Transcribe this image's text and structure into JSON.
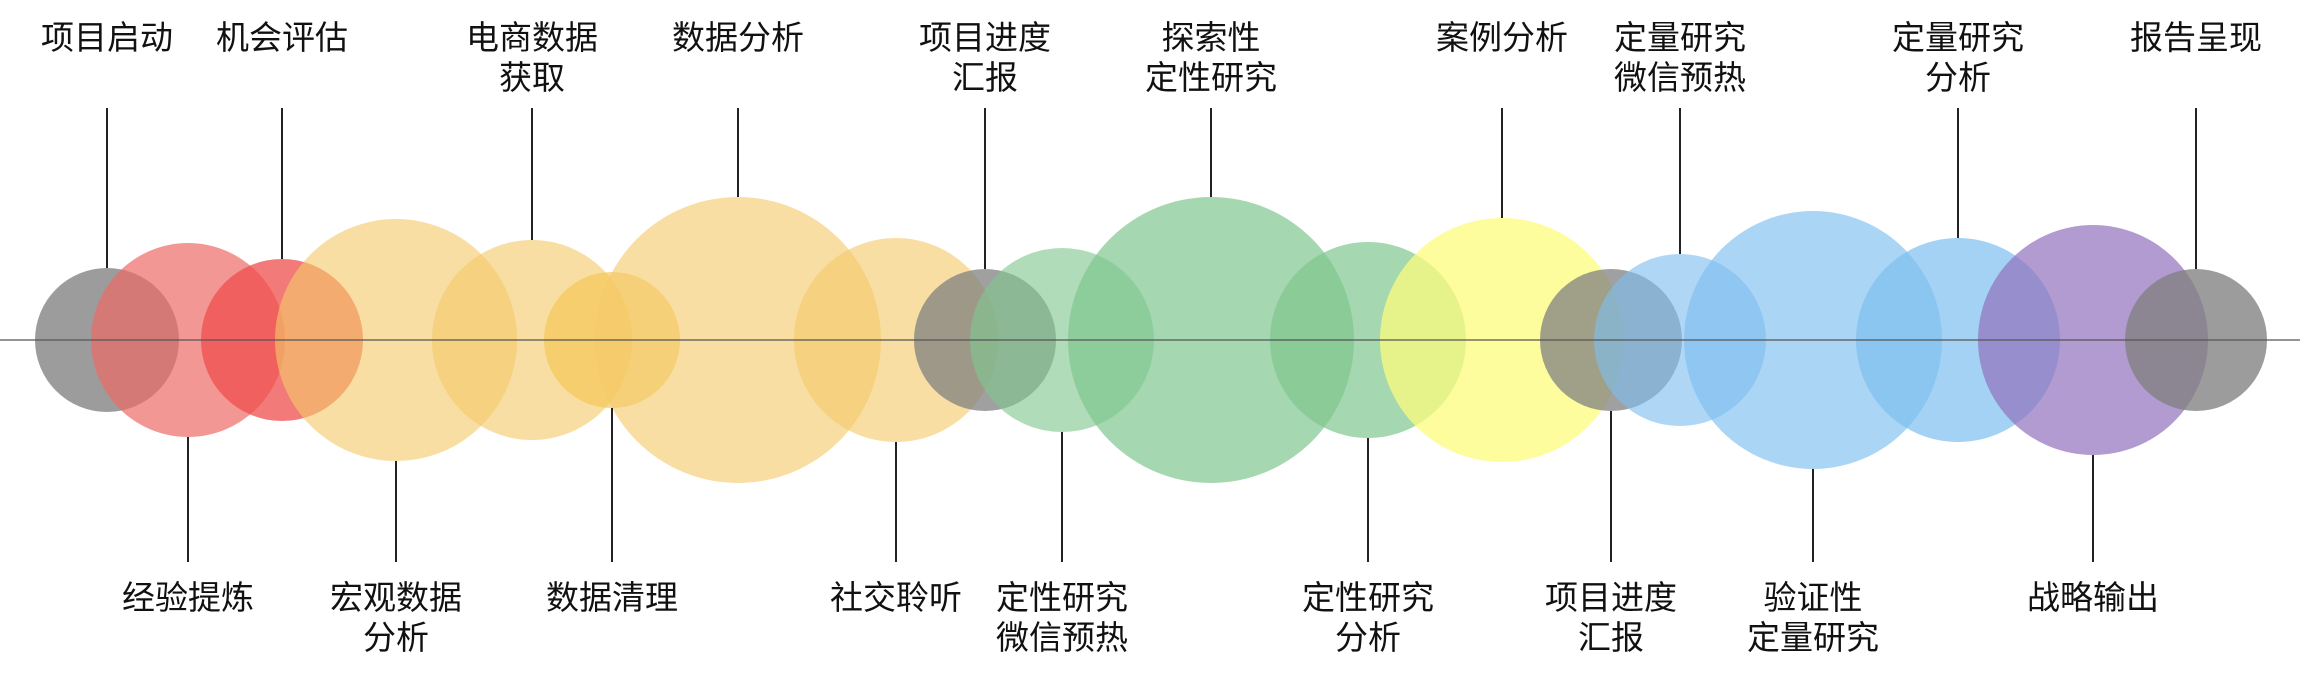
{
  "stages": [
    {
      "id": "s01",
      "label": "项目启动",
      "color": "#808080",
      "opacity": 0.78
    },
    {
      "id": "s02",
      "label": "经验提炼",
      "color": "#EE6B66",
      "opacity": 0.7
    },
    {
      "id": "s03",
      "label": "机会评估",
      "color": "#EE4E4C",
      "opacity": 0.75
    },
    {
      "id": "s04",
      "label": "宏观数据\n分析",
      "color": "#F4C96A",
      "opacity": 0.62
    },
    {
      "id": "s05",
      "label": "电商数据\n获取",
      "color": "#F4C96A",
      "opacity": 0.62
    },
    {
      "id": "s06",
      "label": "数据清理",
      "color": "#F4C452",
      "opacity": 0.65
    },
    {
      "id": "s07",
      "label": "数据分析",
      "color": "#F4C96A",
      "opacity": 0.62
    },
    {
      "id": "s08",
      "label": "社交聆听",
      "color": "#F4C96A",
      "opacity": 0.62
    },
    {
      "id": "s09",
      "label": "项目进度\n汇报",
      "color": "#808080",
      "opacity": 0.75
    },
    {
      "id": "s10",
      "label": "定性研究\n微信预热",
      "color": "#7FC68E",
      "opacity": 0.62
    },
    {
      "id": "s11",
      "label": "探索性\n定性研究",
      "color": "#7FC68E",
      "opacity": 0.7
    },
    {
      "id": "s12",
      "label": "定性研究\n分析",
      "color": "#7FC68E",
      "opacity": 0.7
    },
    {
      "id": "s13",
      "label": "案例分析",
      "color": "#FCFC7E",
      "opacity": 0.75
    },
    {
      "id": "s14",
      "label": "项目进度\n汇报",
      "color": "#808080",
      "opacity": 0.75
    },
    {
      "id": "s15",
      "label": "定量研究\n微信预热",
      "color": "#7EBFEF",
      "opacity": 0.62
    },
    {
      "id": "s16",
      "label": "验证性\n定量研究",
      "color": "#7EBFEF",
      "opacity": 0.65
    },
    {
      "id": "s17",
      "label": "定量研究\n分析",
      "color": "#7EBFEF",
      "opacity": 0.7
    },
    {
      "id": "s18",
      "label": "战略输出",
      "color": "#9270BD",
      "opacity": 0.7
    },
    {
      "id": "s19",
      "label": "报告呈现",
      "color": "#808080",
      "opacity": 0.78
    }
  ]
}
